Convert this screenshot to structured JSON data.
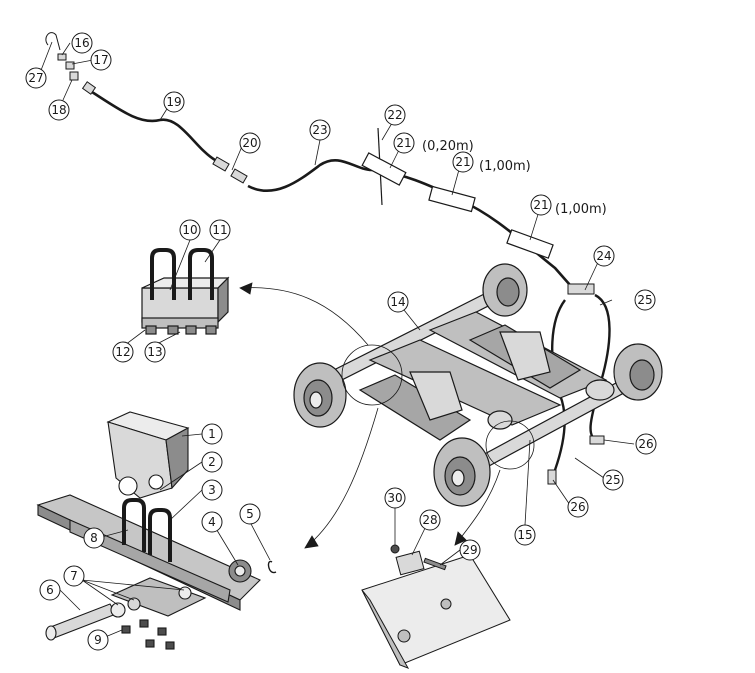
{
  "diagram": {
    "callouts": [
      "1",
      "2",
      "3",
      "4",
      "5",
      "6",
      "7",
      "8",
      "9",
      "10",
      "11",
      "12",
      "13",
      "14",
      "15",
      "16",
      "17",
      "18",
      "19",
      "20",
      "21",
      "21",
      "21",
      "22",
      "23",
      "24",
      "25",
      "25",
      "26",
      "26",
      "27",
      "28",
      "29",
      "30"
    ],
    "lengths": [
      "(0,20m)",
      "(1,00m)",
      "(1,00m)"
    ]
  },
  "colors": {
    "line": "#1a1a1a",
    "part_fill": "#d9d9d9",
    "part_dark": "#8c8c8c",
    "part_light": "#ececec",
    "background": "#ffffff"
  }
}
